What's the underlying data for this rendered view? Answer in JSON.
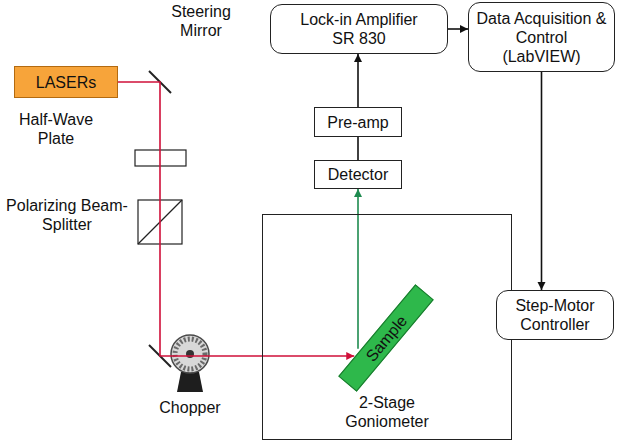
{
  "diagram": {
    "nodes": [
      {
        "text": [
          "LASERs"
        ]
      },
      {
        "text": [
          "Lock-in Amplifier SR 830"
        ]
      },
      {
        "text": [
          "Data Acquisition & Control (LabVIEW)"
        ]
      },
      {
        "text": [
          "Pre-amp"
        ]
      },
      {
        "text": [
          "Detector"
        ]
      },
      {
        "text": [
          "2-Stage Goniometer"
        ]
      },
      {
        "text": [
          "Sample"
        ],
        "in": 5
      },
      {
        "text": [
          "Step-Motor Controller"
        ]
      }
    ],
    "edges": [
      {
        "from": 0,
        "to": 6,
        "arrow": "to"
      },
      {
        "from": 1,
        "to": 2,
        "arrow": "to"
      },
      {
        "from": 2,
        "to": 7,
        "arrow": "to"
      },
      {
        "from": 7,
        "to": 5,
        "arrow": "to"
      },
      {
        "from": 3,
        "to": 1,
        "arrow": "to"
      },
      {
        "from": 4,
        "to": 3,
        "arrow": "none"
      },
      {
        "from": 6,
        "to": 4,
        "arrow": "to"
      }
    ],
    "labels": [
      "Steering Mirror",
      "Half-Wave Plate",
      "Polarizing Beam-Splitter",
      "Chopper"
    ]
  }
}
